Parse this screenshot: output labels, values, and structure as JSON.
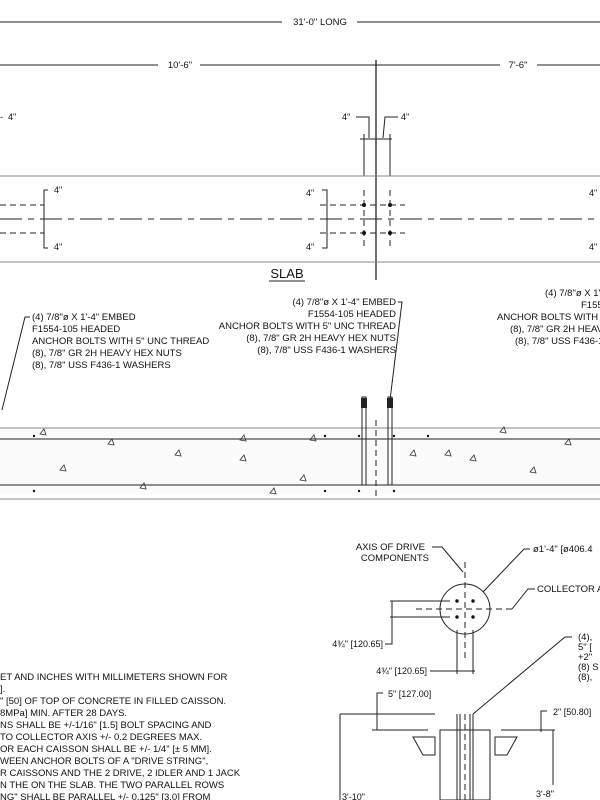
{
  "dimensions": {
    "overall": "31'-0\" LONG",
    "left_span": "10'-6\"",
    "right_span": "7'-6\"",
    "four_in": "4\"",
    "five_in": "5\" [127.00]",
    "two_in": "2\" [50.80]",
    "bolt_spacing": "4¾\" [120.65]",
    "left_height": "3'-10\"",
    "right_height": "3'-8\""
  },
  "slab_title": "SLAB",
  "bolt_note": {
    "lines": [
      "(4) 7/8\"ø X 1'-4\" EMBED",
      "F1554-105 HEADED",
      "ANCHOR BOLTS WITH 5\" UNC THREAD",
      "(8), 7/8\" GR 2H HEAVY HEX NUTS",
      "(8), 7/8\" USS F436-1 WASHERS"
    ]
  },
  "plan_detail": {
    "axis_label_1": "AXIS OF DRIVE",
    "axis_label_2": "COMPONENTS",
    "diameter": "ø1'-4\" [ø406.4",
    "collector": "COLLECTOR A",
    "callout_lines": [
      "(4),",
      "5\" [",
      "+2\"",
      "(8) S",
      "(8),"
    ]
  },
  "general_notes": [
    "ET AND INCHES WITH MILLIMETERS SHOWN FOR",
    "].",
    "\" [50] OF TOP OF CONCRETE IN FILLED CAISSON.",
    "8MPa] MIN. AFTER 28 DAYS.",
    "NS SHALL BE +/-1/16\" [1.5] BOLT SPACING AND",
    " TO COLLECTOR AXIS +/- 0.2 DEGREES MAX.",
    "OR EACH CAISSON SHALL BE +/- 1/4\" [± 5 MM].",
    "WEEN ANCHOR BOLTS OF A \"DRIVE STRING\",",
    "R CAISSONS AND THE 2 DRIVE, 2 IDLER AND 1 JACK",
    "N THE ON THE SLAB.  THE TWO PARALLEL ROWS",
    "NG\" SHALL BE PARALLEL +/- 0.125\"  [3.0] FROM"
  ]
}
